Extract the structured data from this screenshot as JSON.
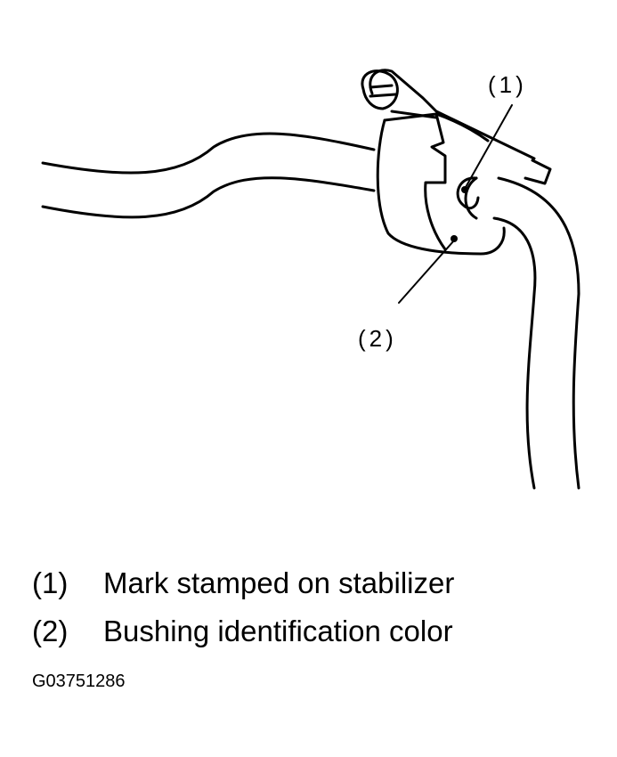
{
  "diagram": {
    "callouts": [
      {
        "label": "(1)"
      },
      {
        "label": "(2)"
      }
    ]
  },
  "legend": [
    {
      "number": "(1)",
      "text": "Mark stamped on stabilizer"
    },
    {
      "number": "(2)",
      "text": "Bushing identification color"
    }
  ],
  "figure_id": "G03751286"
}
